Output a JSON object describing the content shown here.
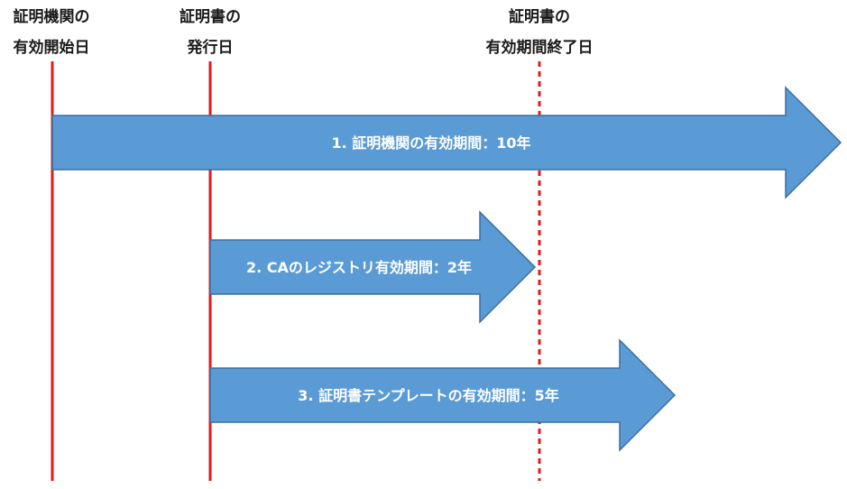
{
  "markers": [
    {
      "line1": "証明機関の",
      "line2": "有効開始日",
      "color": "#e31b1b",
      "style": "solid"
    },
    {
      "line1": "証明書の",
      "line2": "発行日",
      "color": "#e31b1b",
      "style": "solid"
    },
    {
      "line1": "証明書の",
      "line2": "有効期間終了日",
      "color": "#e31b1b",
      "style": "dashed"
    }
  ],
  "arrows": [
    {
      "label": "1. 証明機関の有効期間：10年"
    },
    {
      "label": "2. CAのレジストリ有効期間：2年"
    },
    {
      "label": "3. 証明書テンプレートの有効期間：5年"
    }
  ],
  "colors": {
    "arrow_fill": "#5b9bd5",
    "arrow_stroke": "#3a6ea5"
  }
}
